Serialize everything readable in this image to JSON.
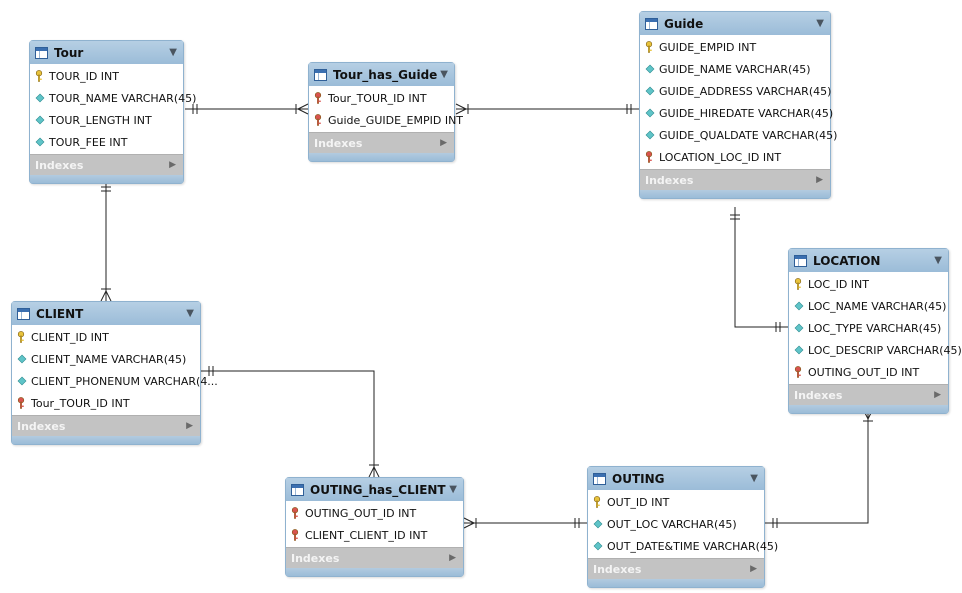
{
  "tables": [
    {
      "id": "tour",
      "title": "Tour",
      "columns": [
        {
          "text": "TOUR_ID INT",
          "kind": "pk"
        },
        {
          "text": "TOUR_NAME VARCHAR(45)",
          "kind": "attr"
        },
        {
          "text": "TOUR_LENGTH INT",
          "kind": "attr"
        },
        {
          "text": "TOUR_FEE INT",
          "kind": "attr"
        }
      ],
      "indexes_label": "Indexes"
    },
    {
      "id": "tour_has_guide",
      "title": "Tour_has_Guide",
      "columns": [
        {
          "text": "Tour_TOUR_ID INT",
          "kind": "fk"
        },
        {
          "text": "Guide_GUIDE_EMPID INT",
          "kind": "fk"
        }
      ],
      "indexes_label": "Indexes"
    },
    {
      "id": "guide",
      "title": "Guide",
      "columns": [
        {
          "text": "GUIDE_EMPID INT",
          "kind": "pk"
        },
        {
          "text": "GUIDE_NAME VARCHAR(45)",
          "kind": "attr"
        },
        {
          "text": "GUIDE_ADDRESS VARCHAR(45)",
          "kind": "attr"
        },
        {
          "text": "GUIDE_HIREDATE VARCHAR(45)",
          "kind": "attr"
        },
        {
          "text": "GUIDE_QUALDATE VARCHAR(45)",
          "kind": "attr"
        },
        {
          "text": "LOCATION_LOC_ID INT",
          "kind": "fk"
        }
      ],
      "indexes_label": "Indexes"
    },
    {
      "id": "location",
      "title": "LOCATION",
      "columns": [
        {
          "text": "LOC_ID INT",
          "kind": "pk"
        },
        {
          "text": "LOC_NAME VARCHAR(45)",
          "kind": "attr"
        },
        {
          "text": "LOC_TYPE VARCHAR(45)",
          "kind": "attr"
        },
        {
          "text": "LOC_DESCRIP VARCHAR(45)",
          "kind": "attr"
        },
        {
          "text": "OUTING_OUT_ID INT",
          "kind": "fk"
        }
      ],
      "indexes_label": "Indexes"
    },
    {
      "id": "client",
      "title": "CLIENT",
      "columns": [
        {
          "text": "CLIENT_ID INT",
          "kind": "pk"
        },
        {
          "text": "CLIENT_NAME VARCHAR(45)",
          "kind": "attr"
        },
        {
          "text": "CLIENT_PHONENUM VARCHAR(4...",
          "kind": "attr"
        },
        {
          "text": "Tour_TOUR_ID INT",
          "kind": "fk"
        }
      ],
      "indexes_label": "Indexes"
    },
    {
      "id": "outing_has_client",
      "title": "OUTING_has_CLIENT",
      "columns": [
        {
          "text": "OUTING_OUT_ID INT",
          "kind": "fk"
        },
        {
          "text": "CLIENT_CLIENT_ID INT",
          "kind": "fk"
        }
      ],
      "indexes_label": "Indexes"
    },
    {
      "id": "outing",
      "title": "OUTING",
      "columns": [
        {
          "text": "OUT_ID INT",
          "kind": "pk"
        },
        {
          "text": "OUT_LOC VARCHAR(45)",
          "kind": "attr"
        },
        {
          "text": "OUT_DATE&TIME VARCHAR(45)",
          "kind": "attr"
        }
      ],
      "indexes_label": "Indexes"
    }
  ],
  "relationships": [
    {
      "from": "tour",
      "to": "tour_has_guide",
      "from_end": "one",
      "to_end": "many"
    },
    {
      "from": "guide",
      "to": "tour_has_guide",
      "from_end": "one",
      "to_end": "many"
    },
    {
      "from": "tour",
      "to": "client",
      "from_end": "one",
      "to_end": "many"
    },
    {
      "from": "guide",
      "to": "location",
      "from_end": "one",
      "to_end": "one"
    },
    {
      "from": "client",
      "to": "outing_has_client",
      "from_end": "one",
      "to_end": "many"
    },
    {
      "from": "outing",
      "to": "outing_has_client",
      "from_end": "one",
      "to_end": "many"
    },
    {
      "from": "outing",
      "to": "location",
      "from_end": "one",
      "to_end": "many"
    }
  ],
  "colors": {
    "header": "#9bbcd8",
    "border": "#8fb2cf",
    "indexes_bar": "#c3c3c3",
    "pk_key": "#e8c33c",
    "fk_key": "#d9534f",
    "attr_diamond": "#5fc4c8",
    "line": "#222222"
  },
  "icons": {
    "table": "table-icon",
    "menu": "dropdown-triangle-icon",
    "indexes_expand": "expand-arrow-icon",
    "pk": "primary-key-icon",
    "fk": "foreign-key-icon",
    "attr": "column-diamond-icon"
  }
}
